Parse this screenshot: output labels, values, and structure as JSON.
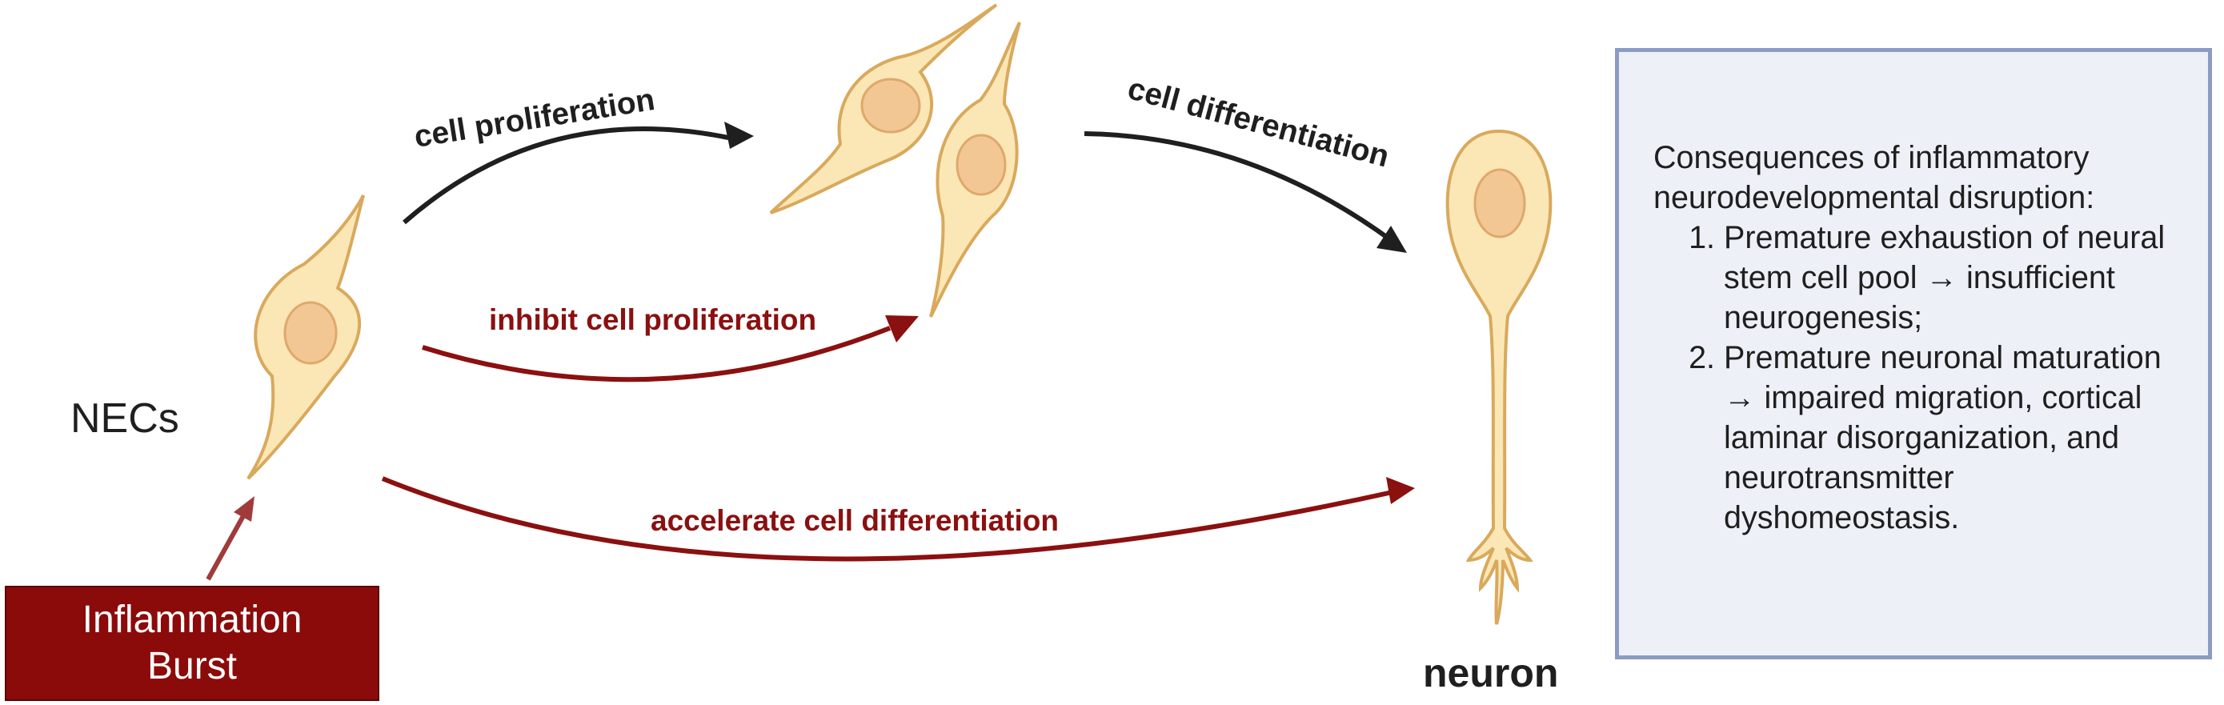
{
  "labels": {
    "necs": "NECs",
    "neuron": "neuron",
    "cell_proliferation": "cell proliferation",
    "cell_differentiation": "cell differentiation",
    "inhibit_proliferation": "inhibit cell proliferation",
    "accelerate_differentiation": "accelerate cell differentiation"
  },
  "burst": {
    "line1": "Inflammation",
    "line2": "Burst"
  },
  "consequences": {
    "heading_line1": "Consequences of inflammatory",
    "heading_line2": "neurodevelopmental disruption:",
    "items": [
      "Premature exhaustion of neural stem cell pool → insufficient neurogenesis;",
      "Premature neuronal maturation → impaired migration, cortical laminar disorganization, and neurotransmitter dyshomeostasis."
    ]
  },
  "colors": {
    "normal_arrow": "#1f1f1f",
    "inflammatory_arrow": "#8b1010",
    "cell_fill": "#fbe7b5",
    "cell_stroke": "#d9a95c",
    "nucleus_fill": "#f3c794",
    "box_fill": "#edf1f7",
    "box_border": "#8b9bc3",
    "burst_fill": "#8b0b0b"
  }
}
